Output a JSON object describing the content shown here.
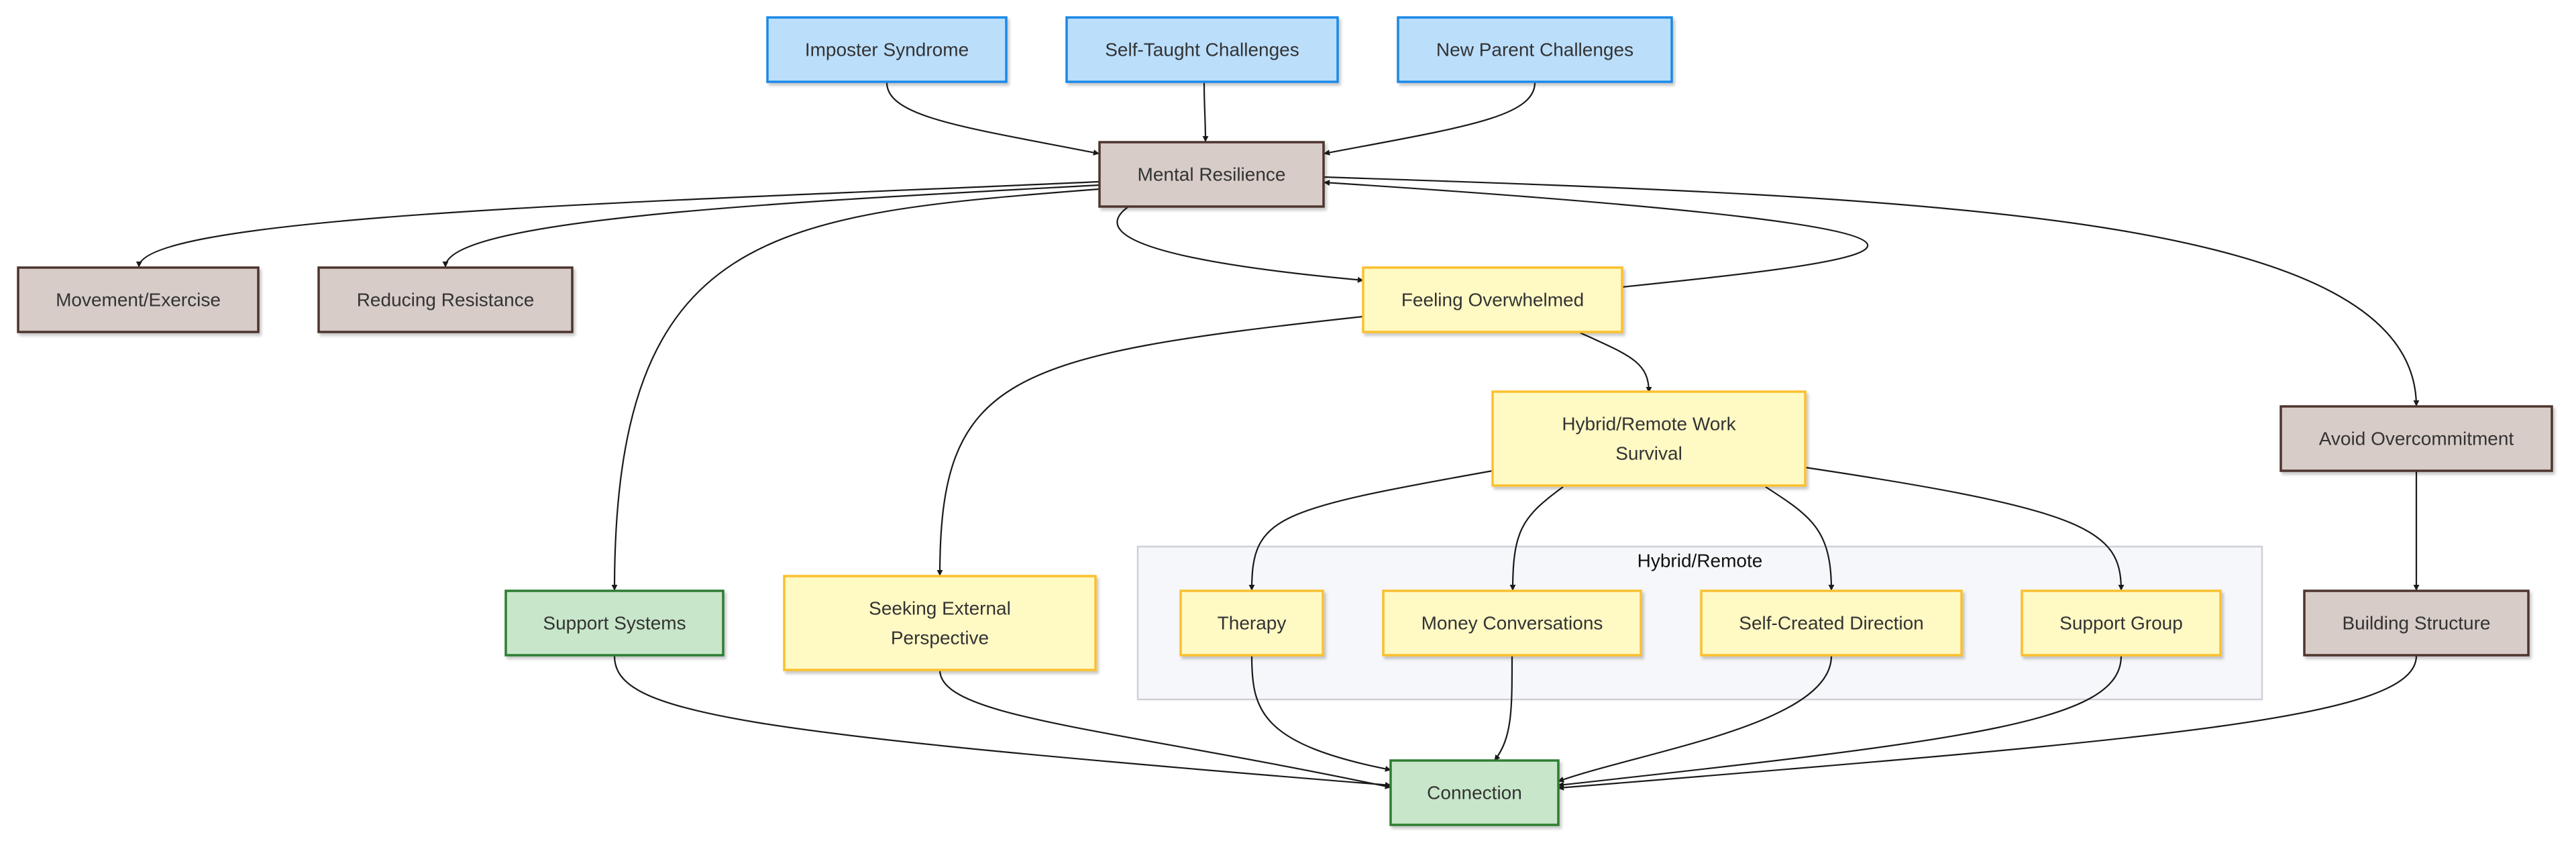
{
  "diagram": {
    "type": "flowchart",
    "colors": {
      "challenge": {
        "fill": "#bbdefb",
        "stroke": "#1e88e5"
      },
      "strategy": {
        "fill": "#d7ccc8",
        "stroke": "#4e342e"
      },
      "struggle": {
        "fill": "#fff9c4",
        "stroke": "#fbc02d"
      },
      "support": {
        "fill": "#c8e6c9",
        "stroke": "#2e7d32"
      }
    },
    "groups": [
      {
        "id": "hybrid_group",
        "label": "Hybrid/Remote"
      }
    ],
    "nodes": [
      {
        "id": "imposter",
        "lines": [
          "Imposter Syndrome"
        ],
        "category": "challenge"
      },
      {
        "id": "self_taught",
        "lines": [
          "Self-Taught Challenges"
        ],
        "category": "challenge"
      },
      {
        "id": "new_parent",
        "lines": [
          "New Parent Challenges"
        ],
        "category": "challenge"
      },
      {
        "id": "mental_resilience",
        "lines": [
          "Mental Resilience"
        ],
        "category": "strategy"
      },
      {
        "id": "movement",
        "lines": [
          "Movement/Exercise"
        ],
        "category": "strategy"
      },
      {
        "id": "reducing_resistance",
        "lines": [
          "Reducing Resistance"
        ],
        "category": "strategy"
      },
      {
        "id": "feeling_overwhelmed",
        "lines": [
          "Feeling Overwhelmed"
        ],
        "category": "struggle"
      },
      {
        "id": "hybrid_survival",
        "lines": [
          "Hybrid/Remote Work",
          "Survival"
        ],
        "category": "struggle"
      },
      {
        "id": "avoid_overcommitment",
        "lines": [
          "Avoid Overcommitment"
        ],
        "category": "strategy"
      },
      {
        "id": "support_systems",
        "lines": [
          "Support Systems"
        ],
        "category": "support"
      },
      {
        "id": "seeking_perspective",
        "lines": [
          "Seeking External",
          "Perspective"
        ],
        "category": "struggle"
      },
      {
        "id": "therapy",
        "lines": [
          "Therapy"
        ],
        "category": "struggle",
        "group": "hybrid_group"
      },
      {
        "id": "money_conversations",
        "lines": [
          "Money Conversations"
        ],
        "category": "struggle",
        "group": "hybrid_group"
      },
      {
        "id": "self_created_direction",
        "lines": [
          "Self-Created Direction"
        ],
        "category": "struggle",
        "group": "hybrid_group"
      },
      {
        "id": "support_group",
        "lines": [
          "Support Group"
        ],
        "category": "struggle",
        "group": "hybrid_group"
      },
      {
        "id": "building_structure",
        "lines": [
          "Building Structure"
        ],
        "category": "strategy"
      },
      {
        "id": "connection",
        "lines": [
          "Connection"
        ],
        "category": "support"
      }
    ],
    "edges": [
      {
        "from": "imposter",
        "to": "mental_resilience"
      },
      {
        "from": "self_taught",
        "to": "mental_resilience"
      },
      {
        "from": "new_parent",
        "to": "mental_resilience"
      },
      {
        "from": "mental_resilience",
        "to": "movement"
      },
      {
        "from": "mental_resilience",
        "to": "reducing_resistance"
      },
      {
        "from": "mental_resilience",
        "to": "support_systems"
      },
      {
        "from": "mental_resilience",
        "to": "feeling_overwhelmed"
      },
      {
        "from": "feeling_overwhelmed",
        "to": "mental_resilience"
      },
      {
        "from": "mental_resilience",
        "to": "avoid_overcommitment"
      },
      {
        "from": "feeling_overwhelmed",
        "to": "seeking_perspective"
      },
      {
        "from": "feeling_overwhelmed",
        "to": "hybrid_survival"
      },
      {
        "from": "hybrid_survival",
        "to": "therapy"
      },
      {
        "from": "hybrid_survival",
        "to": "money_conversations"
      },
      {
        "from": "hybrid_survival",
        "to": "self_created_direction"
      },
      {
        "from": "hybrid_survival",
        "to": "support_group"
      },
      {
        "from": "avoid_overcommitment",
        "to": "building_structure"
      },
      {
        "from": "support_systems",
        "to": "connection"
      },
      {
        "from": "seeking_perspective",
        "to": "connection"
      },
      {
        "from": "therapy",
        "to": "connection"
      },
      {
        "from": "money_conversations",
        "to": "connection"
      },
      {
        "from": "self_created_direction",
        "to": "connection"
      },
      {
        "from": "support_group",
        "to": "connection"
      },
      {
        "from": "building_structure",
        "to": "connection"
      }
    ]
  }
}
